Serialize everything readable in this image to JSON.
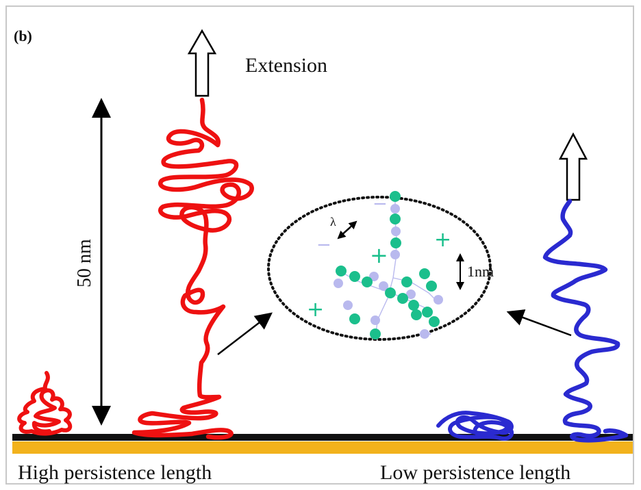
{
  "figure": {
    "panel_label": "(b)",
    "extension_label": "Extension",
    "scale_label": "50 nm",
    "inset": {
      "lambda_label": "λ",
      "size_label": "1nm",
      "ion_plus": "+",
      "ion_minus": "−"
    },
    "left_caption": "High persistence length",
    "right_caption": "Low persistence length"
  },
  "colors": {
    "high_persistence_chain": "#ee1111",
    "low_persistence_chain": "#2a2ad0",
    "substrate_gold": "#f2b21c",
    "substrate_line": "#111111",
    "cation": "#1bbf8c",
    "anion": "#b9b9ee"
  },
  "icons": [
    "up-arrow-outline-icon",
    "double-arrow-icon",
    "pointer-arrow-icon"
  ]
}
